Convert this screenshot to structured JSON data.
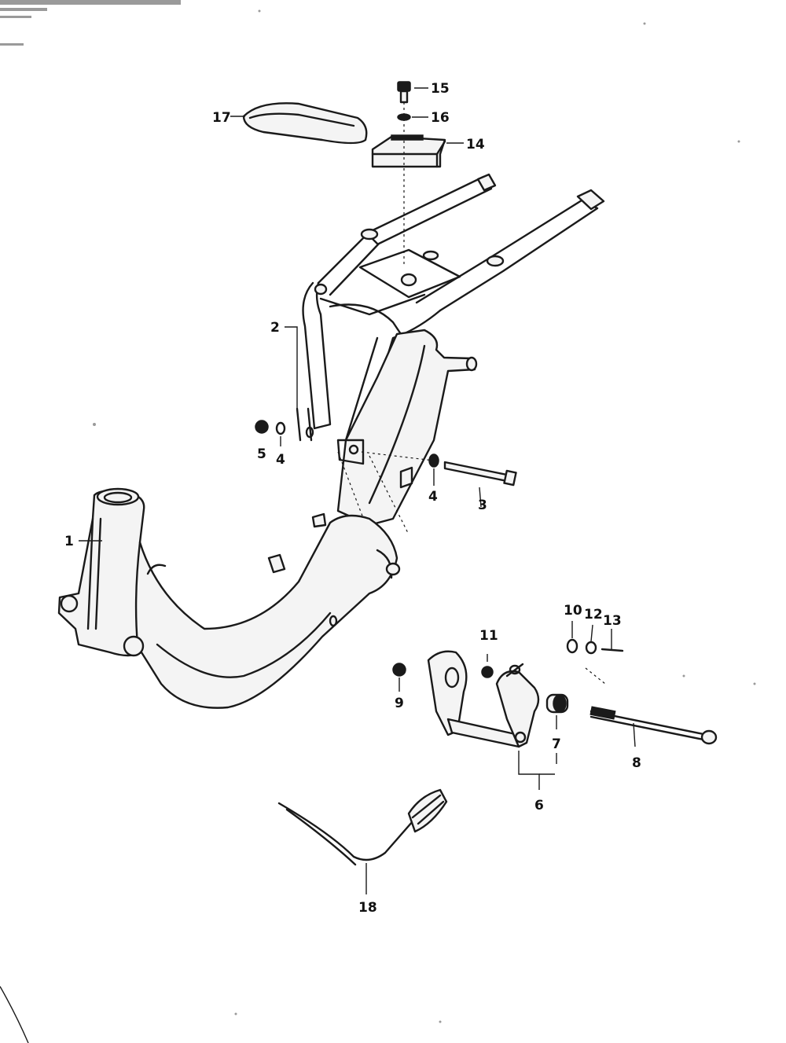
{
  "callouts": {
    "c1": "1",
    "c2": "2",
    "c3": "3",
    "c4a": "4",
    "c4b": "4",
    "c5": "5",
    "c6": "6",
    "c7": "7",
    "c8": "8",
    "c9": "9",
    "c10": "10",
    "c11": "11",
    "c12": "12",
    "c13": "13",
    "c14": "14",
    "c15": "15",
    "c16": "16",
    "c17": "17",
    "c18": "18"
  },
  "colors": {
    "ink": "#1a1a1a",
    "paper": "#ffffff"
  }
}
